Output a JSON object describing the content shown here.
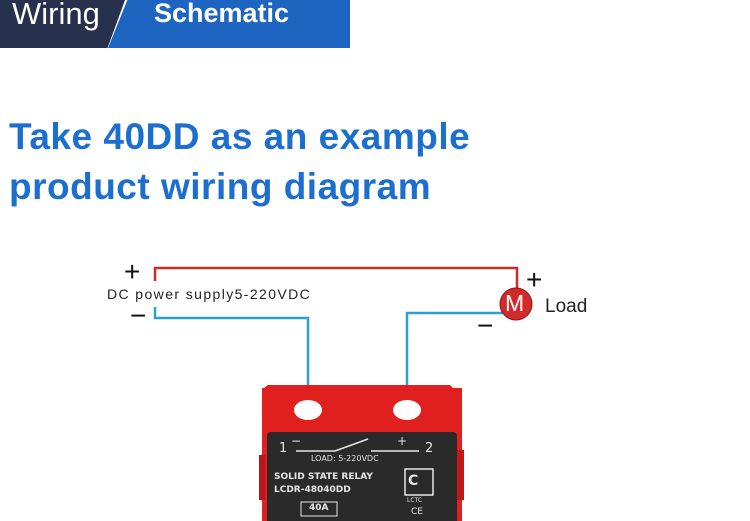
{
  "header": {
    "tab_wiring": "Wiring",
    "tab_schematic": "Schematic"
  },
  "headline": {
    "line1": "Take 40DD as an example",
    "line2": "product wiring diagram"
  },
  "supply": {
    "label": "DC power supply5-220VDC",
    "plus": "+",
    "minus": "−"
  },
  "load": {
    "motor_symbol": "M",
    "label": "Load",
    "plus": "+",
    "minus": "−"
  },
  "relay": {
    "terminal1": "1",
    "terminal2": "2",
    "term1_sign": "−",
    "term2_sign": "+",
    "load_rating": "LOAD: 5-220VDC",
    "title": "SOLID STATE RELAY",
    "model": "LCDR-48040DD",
    "current": "40A",
    "brand": "LCTC",
    "ce_mark": "CE"
  },
  "colors": {
    "header_dark": "#27304d",
    "header_blue": "#1d65c1",
    "headline_blue": "#1d6fcf",
    "positive_wire": "#d12a2a",
    "negative_wire": "#2c9fd4",
    "relay_red": "#e0201e",
    "relay_body": "#2a2a2a"
  }
}
